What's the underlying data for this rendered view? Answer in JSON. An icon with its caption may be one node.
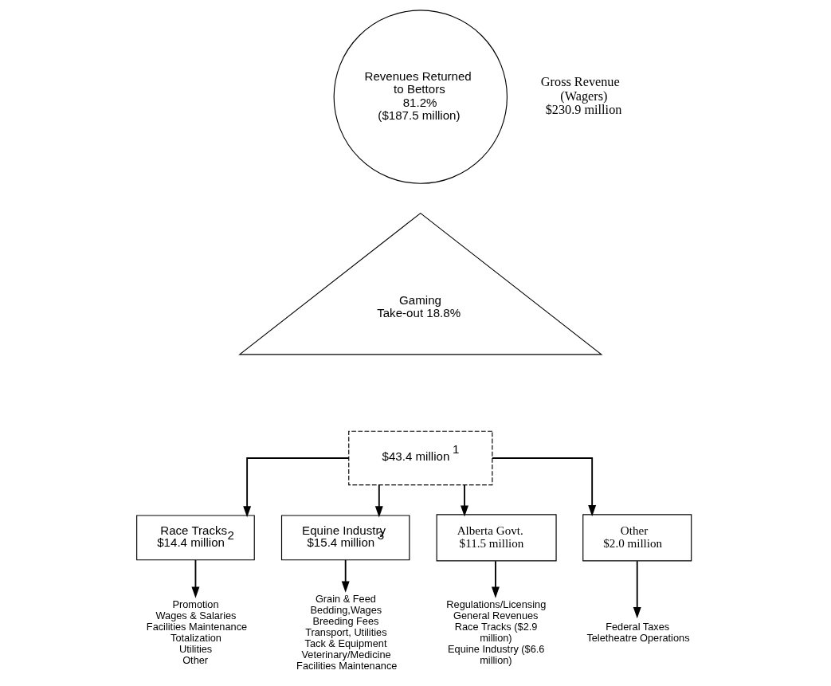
{
  "diagram": {
    "nodes": [
      {
        "text": [
          "Revenues Returned to Bettors 81.2% ($187.5 million)"
        ]
      },
      {
        "text": [
          "Gaming Take-out 18.8%"
        ]
      },
      {
        "text": [
          "$43.4 million$^{1}$"
        ]
      },
      {
        "text": [
          "Race Tracks $14.4 million$^{2}$"
        ]
      },
      {
        "text": [
          "Equine Industry $15.4 million$^{3}$"
        ]
      },
      {
        "text": [
          "Alberta Govt. $11.5 million"
        ]
      },
      {
        "text": [
          "Other $2.0 million"
        ]
      },
      {
        "text": [
          "Promotion",
          "Wages & Salaries",
          "Facilities Maintenance",
          "Totalization",
          "Utilities",
          "Other"
        ]
      },
      {
        "text": [
          "Grain & Feed",
          "Bedding,Wages",
          "Breeding Fees",
          "Transport, Utilities",
          "Tack & Equipment",
          "Veterinary/Medicine",
          "Facilities Maintenance"
        ]
      },
      {
        "text": [
          "Regulations/Licensing",
          "General Revenues",
          "Race Tracks ($2.9 million)",
          "Equine Industry ($6.6 million)"
        ]
      },
      {
        "text": [
          "Federal Taxes",
          "Teletheatre Operations"
        ]
      }
    ],
    "edges": [
      {
        "from": 2,
        "to": 3,
        "arrow": "to"
      },
      {
        "from": 2,
        "to": 4,
        "arrow": "to"
      },
      {
        "from": 2,
        "to": 5,
        "arrow": "to"
      },
      {
        "from": 2,
        "to": 6,
        "arrow": "to"
      },
      {
        "from": 3,
        "to": 7,
        "arrow": "to"
      },
      {
        "from": 4,
        "to": 8,
        "arrow": "to"
      },
      {
        "from": 5,
        "to": 9,
        "arrow": "to"
      },
      {
        "from": 6,
        "to": 10,
        "arrow": "to"
      }
    ],
    "labels": [
      "Gross Revenue (Wagers) $230.9 million"
    ]
  }
}
